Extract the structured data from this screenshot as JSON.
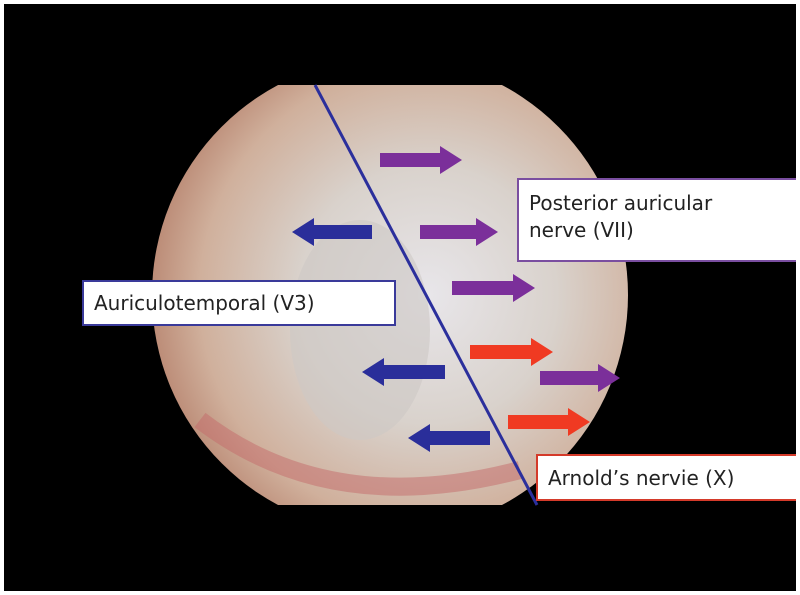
{
  "labels": {
    "posterior_line1": "Posterior auricular",
    "posterior_line2": "nerve (VII)",
    "auriculotemporal": "Auriculotemporal (V3)",
    "arnold": "Arnold’s nervie (X)"
  },
  "colors": {
    "purple": "#7b2f9a",
    "red": "#f03a22",
    "blue": "#2a2e9a",
    "divider": "#2b2f9c"
  }
}
